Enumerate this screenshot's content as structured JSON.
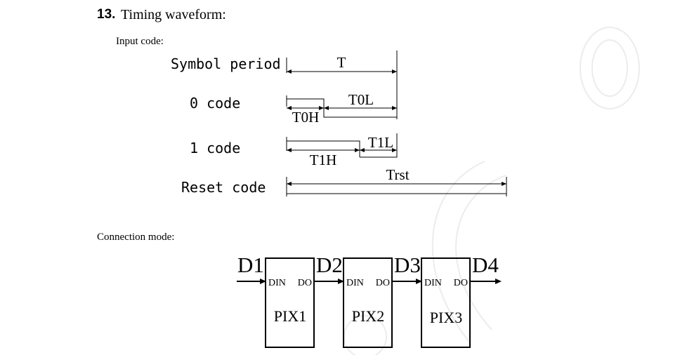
{
  "section": {
    "number": "13.",
    "title": "Timing waveform:"
  },
  "input_code_label": "Input code:",
  "timing": {
    "rows": [
      {
        "label": "Symbol period"
      },
      {
        "label": "0 code"
      },
      {
        "label": "1 code"
      },
      {
        "label": "Reset code"
      }
    ],
    "marks": {
      "T": "T",
      "T0H": "T0H",
      "T0L": "T0L",
      "T1H": "T1H",
      "T1L": "T1L",
      "Trst": "Trst"
    }
  },
  "connection_label": "Connection mode:",
  "connection": {
    "nodes": [
      "D1",
      "D2",
      "D3",
      "D4"
    ],
    "pixels": [
      {
        "name": "PIX1",
        "din": "DIN",
        "do": "DO"
      },
      {
        "name": "PIX2",
        "din": "DIN",
        "do": "DO"
      },
      {
        "name": "PIX3",
        "din": "DIN",
        "do": "DO"
      }
    ]
  }
}
